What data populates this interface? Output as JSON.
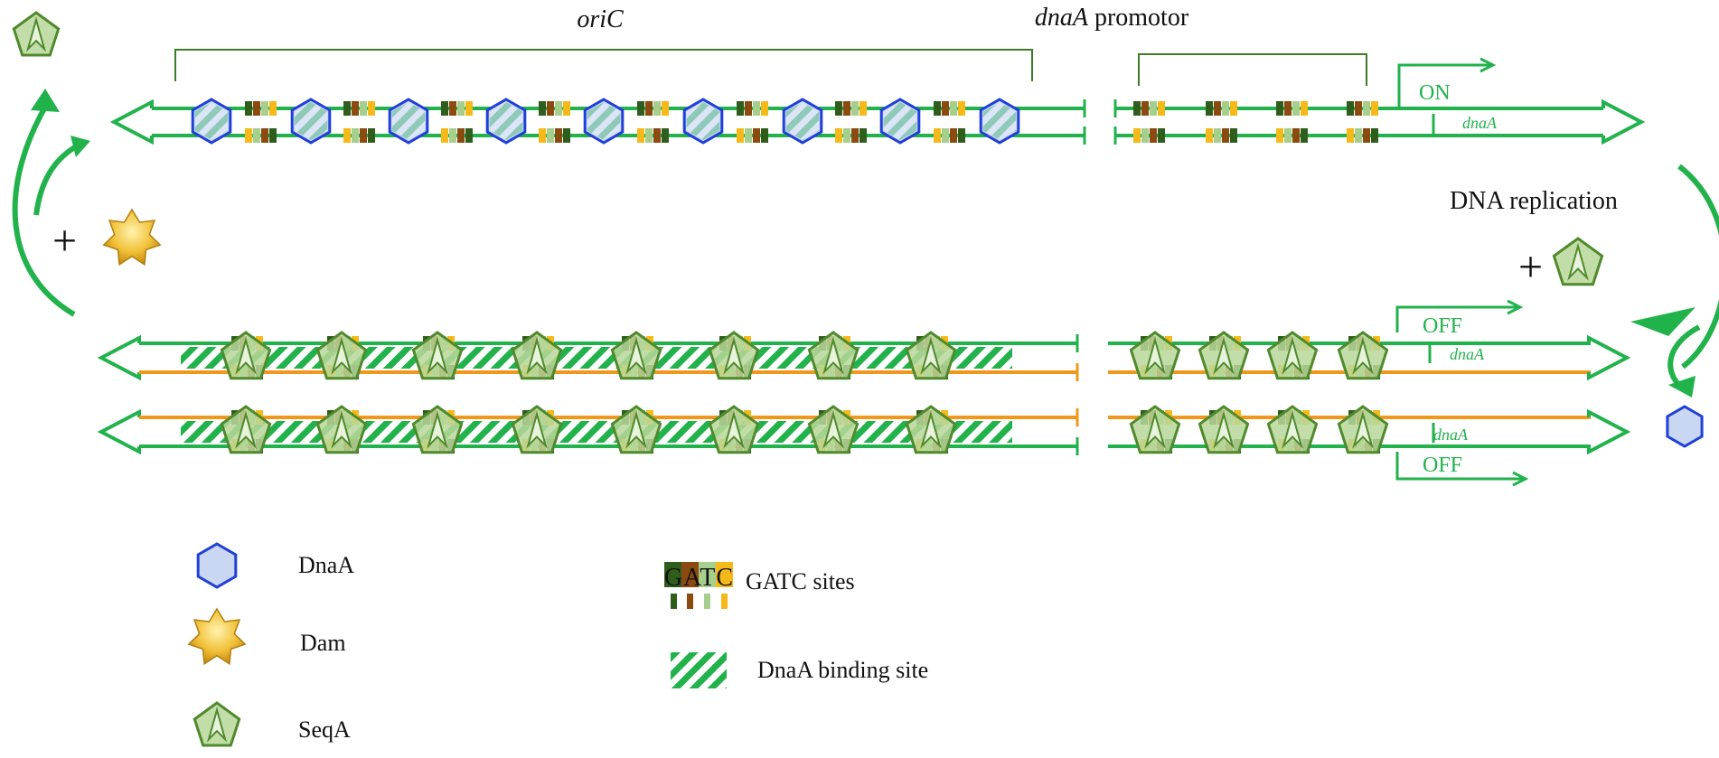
{
  "labels": {
    "oric": "oriC",
    "promoter_italic": "dnaA",
    "promoter_rest": " promotor",
    "on": "ON",
    "off_top": "OFF",
    "off_bottom": "OFF",
    "gene_top": "dnaA",
    "gene_mid": "dnaA",
    "gene_bottom": "dnaA",
    "dna_replication": "DNA replication",
    "plus_left": "+",
    "plus_right": "+"
  },
  "legend": {
    "dnaa": "DnaA",
    "dam": "Dam",
    "seqa": "SeqA",
    "gatc_word": "GATC",
    "gatc_sites": "GATC sites",
    "dnaa_binding": "DnaA binding site"
  },
  "colors": {
    "strand_green": "#22b24c",
    "new_strand_orange": "#f0981c",
    "bracket_green": "#3e7b28",
    "dnaa_fill": "#c9d7f2",
    "dnaa_stroke": "#1f3fd8",
    "gatc_dark_green": "#2f5e1c",
    "gatc_brown": "#8a4a10",
    "gatc_light_green": "#a6cf8e",
    "gatc_yellow": "#f6b91a",
    "seqa_fill": "#b9d79a",
    "seqa_stroke": "#4f8a2c",
    "dam_fill": "#f2c23a"
  },
  "icons": [
    "dnaa-hexagon-icon",
    "dam-star-icon",
    "seqa-pentagon-icon",
    "gatc-site-icon",
    "dnaa-binding-site-icon"
  ]
}
